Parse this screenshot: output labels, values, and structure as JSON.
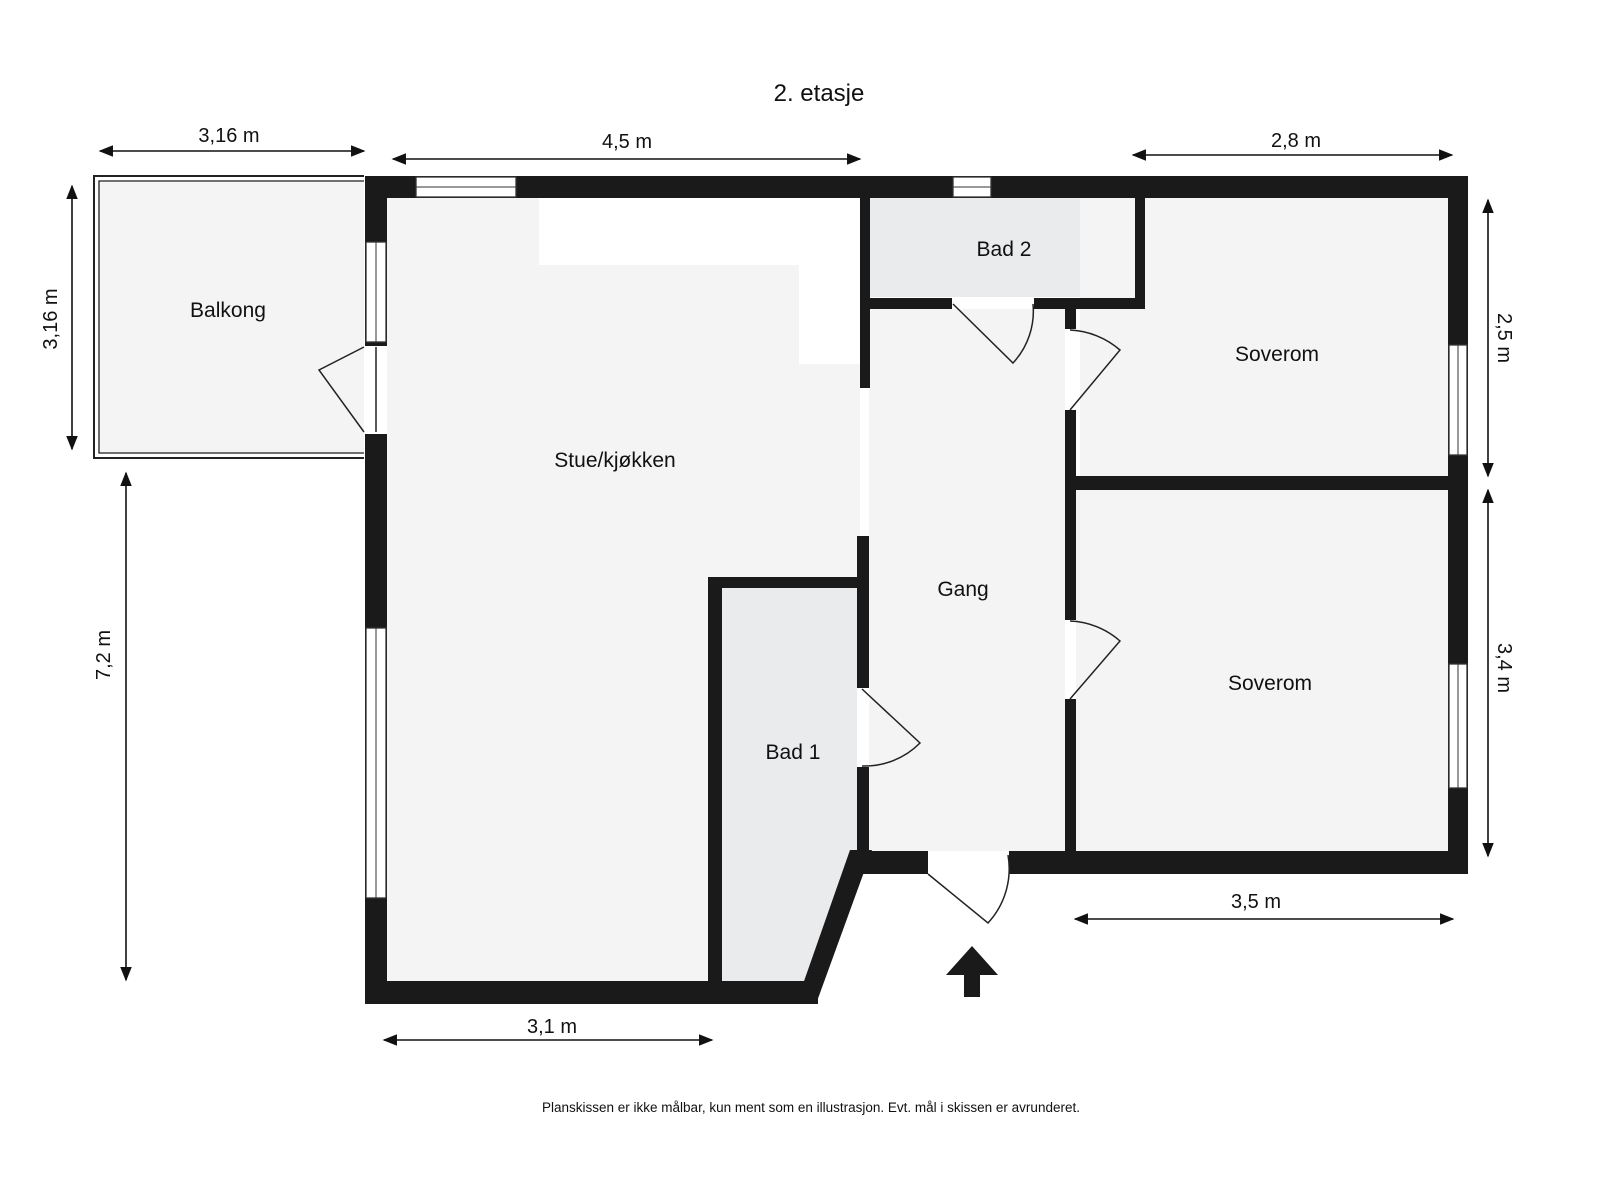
{
  "title": "2. etasje",
  "rooms": {
    "balkong": "Balkong",
    "stue_kjokken": "Stue/kjøkken",
    "bad2": "Bad 2",
    "soverom1": "Soverom",
    "gang": "Gang",
    "soverom2": "Soverom",
    "bad1": "Bad 1"
  },
  "dimensions": {
    "balkong_width": "3,16 m",
    "balkong_height": "3,16 m",
    "stue_width": "4,5 m",
    "soverom1_width": "2,8 m",
    "soverom1_height": "2,5 m",
    "soverom2_height": "3,4 m",
    "soverom2_width": "3,5 m",
    "left_height": "7,2 m",
    "bottom_width": "3,1 m"
  },
  "disclaimer": "Planskissen er ikke målbar, kun ment som en illustrasjon. Evt. mål i skissen er avrunderet.",
  "icons": {
    "entrance": "entrance-arrow-icon"
  },
  "colors": {
    "wall": "#1a1a1a",
    "floor": "#f4f4f5",
    "bath_floor": "#eaebed"
  }
}
